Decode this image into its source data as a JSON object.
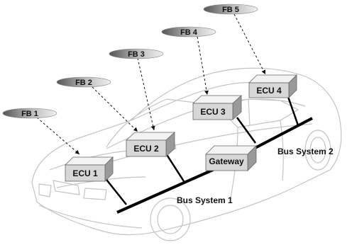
{
  "function_blocks": [
    {
      "label": "FB 1"
    },
    {
      "label": "FB 2"
    },
    {
      "label": "FB 3"
    },
    {
      "label": "FB 4"
    },
    {
      "label": "FB 5"
    }
  ],
  "ecus": [
    {
      "label": "ECU 1"
    },
    {
      "label": "ECU 2"
    },
    {
      "label": "ECU 3"
    },
    {
      "label": "ECU 4"
    }
  ],
  "gateway": {
    "label": "Gateway"
  },
  "buses": {
    "bus1_label": "Bus System 1",
    "bus2_label": "Bus System 2"
  },
  "colors": {
    "box_face": "#d9d9d9",
    "box_top": "#f2f2f2",
    "box_side": "#9a9a9a",
    "fb_ellipse_dark": "#666666",
    "fb_ellipse_light": "#e6e6e6",
    "car_outline": "#bdbdbd",
    "bus_line": "#000000"
  }
}
